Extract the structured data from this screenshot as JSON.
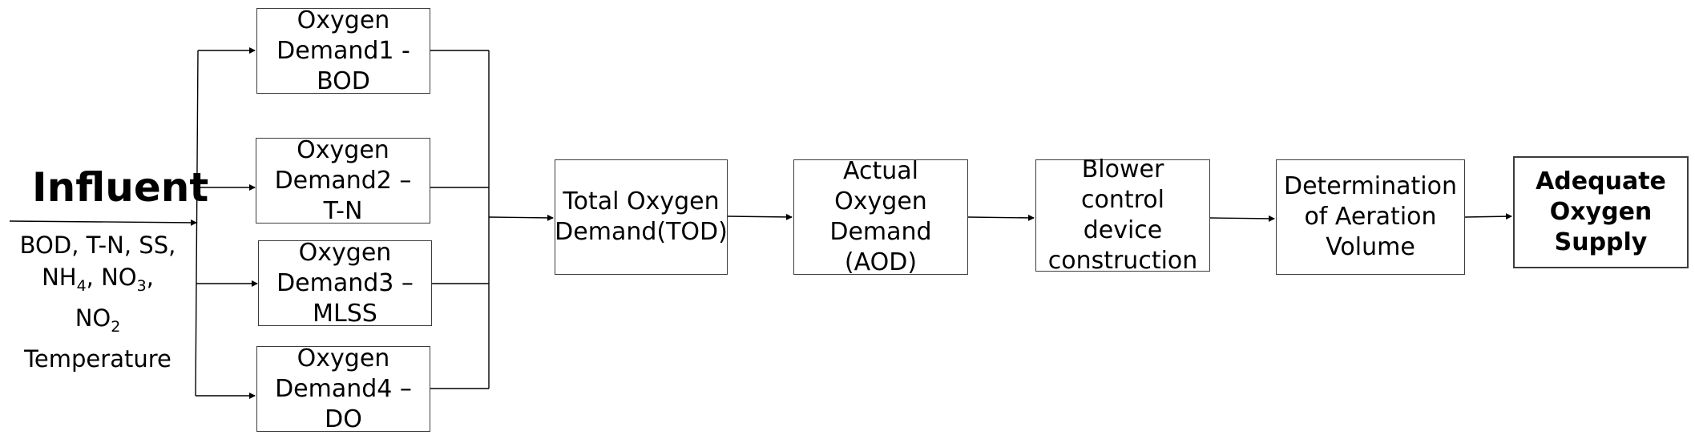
{
  "influent": {
    "title": "Influent",
    "params": [
      {
        "text": "BOD, T-N, SS,"
      },
      {
        "text": "NH",
        "sub": "4",
        "tail": ", NO",
        "sub2": "3",
        "tail2": ","
      },
      {
        "text": "NO",
        "sub": "2"
      },
      {
        "text": "Temperature"
      }
    ]
  },
  "boxes": {
    "od1": "Oxygen\nDemand1 -\nBOD",
    "od2": "Oxygen\nDemand2 –\nT-N",
    "od3": "Oxygen\nDemand3 –\nMLSS",
    "od4": "Oxygen\nDemand4 –\nDO",
    "tod": "Total Oxygen\nDemand(TOD)",
    "aod": "Actual\nOxygen\nDemand\n(AOD)",
    "blower": "Blower\ncontrol\ndevice\nconstruction",
    "aeration": "Determination\nof Aeration\nVolume",
    "supply": "Adequate\nOxygen\nSupply"
  },
  "colors": {
    "line": "#000000",
    "border": "#3c3c3c"
  }
}
